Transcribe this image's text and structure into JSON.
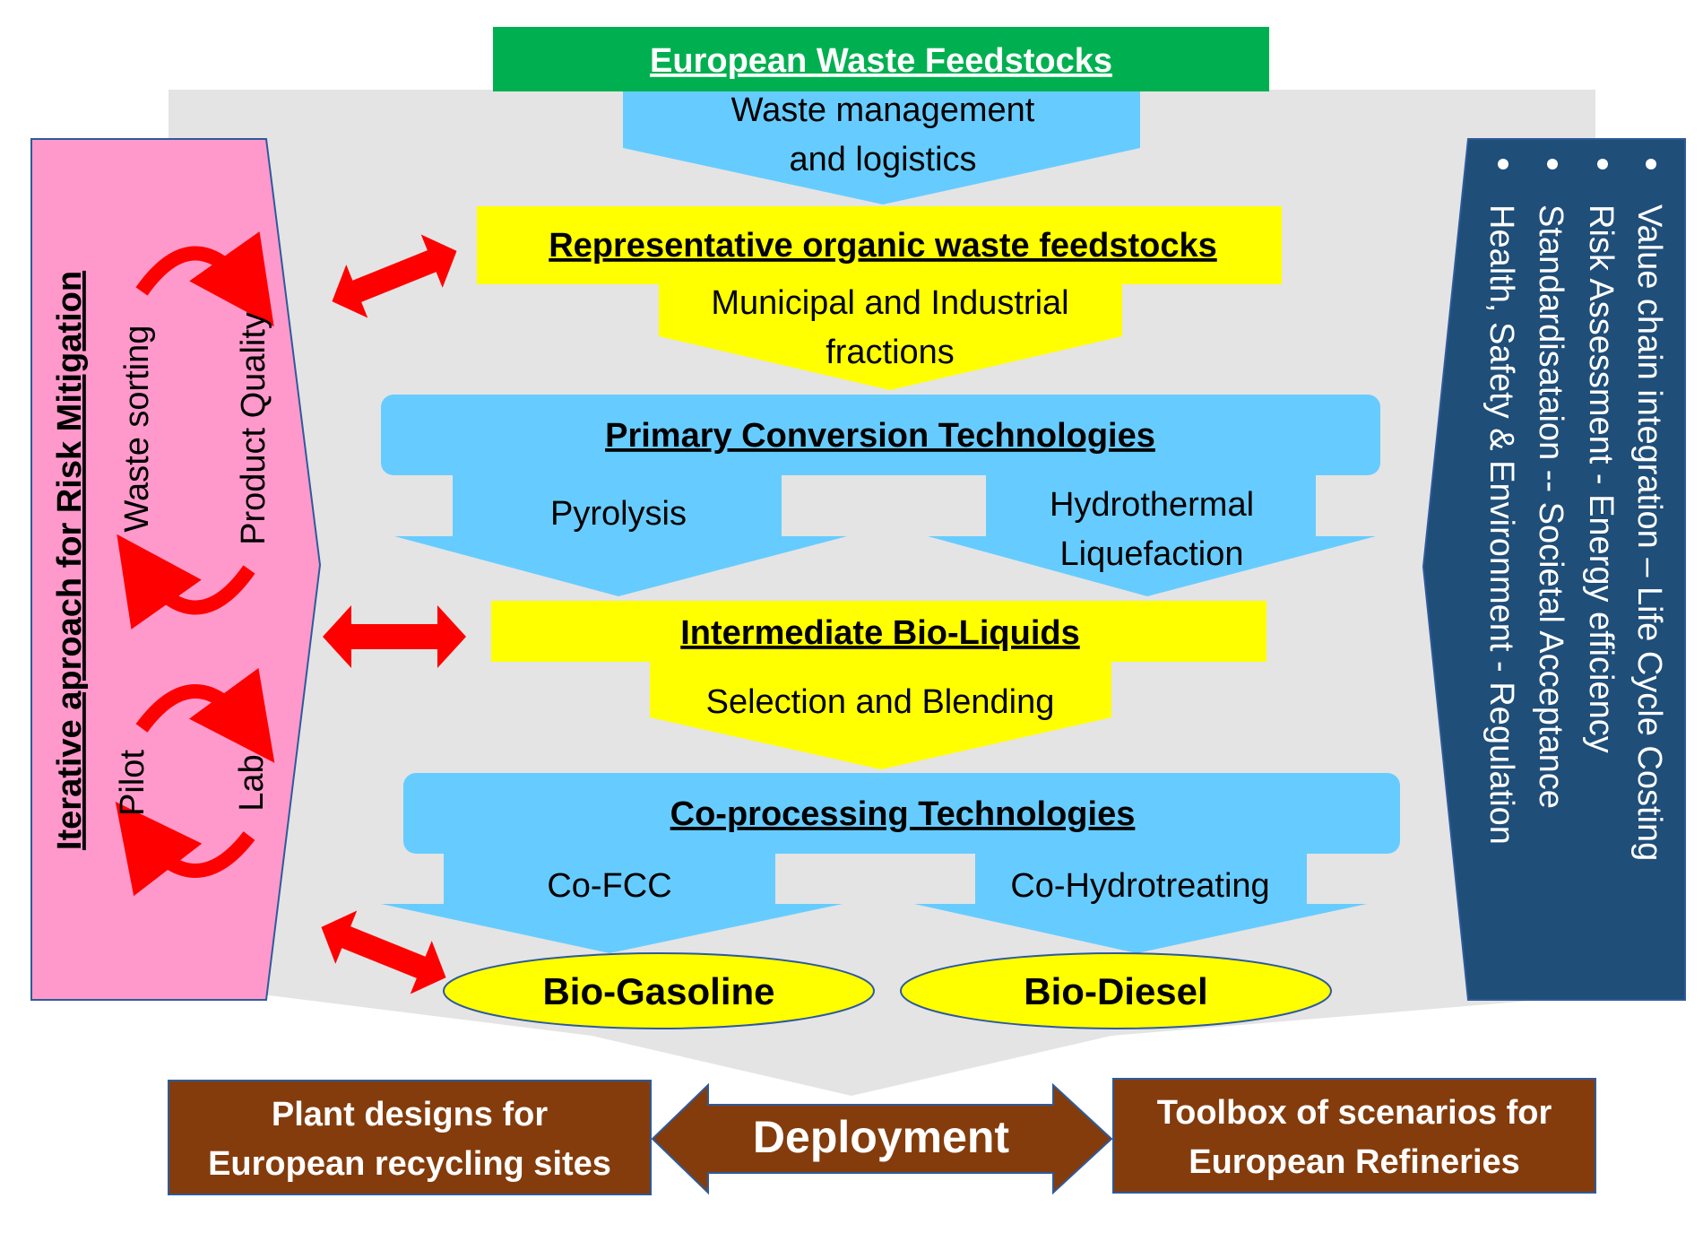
{
  "top": {
    "title": "European Waste Feedstocks",
    "line1": "Waste management",
    "line2": "and logistics"
  },
  "feedstocks": {
    "title": "Representative organic waste feedstocks",
    "line1": "Municipal and Industrial",
    "line2": "fractions"
  },
  "primary": {
    "title": "Primary Conversion Technologies",
    "left": "Pyrolysis",
    "right1": "Hydrothermal",
    "right2": "Liquefaction"
  },
  "intermediate": {
    "title": "Intermediate Bio-Liquids",
    "sub": "Selection and Blending"
  },
  "coprocessing": {
    "title": "Co-processing Technologies",
    "left": "Co-FCC",
    "right": "Co-Hydrotreating"
  },
  "products": {
    "left": "Bio-Gasoline",
    "right": "Bio-Diesel"
  },
  "left_panel": {
    "title": "Iterative aproach for Risk Mitigation",
    "cycle1_left": "Waste sorting",
    "cycle1_right": "Product Quality",
    "cycle2_left": "Pilot",
    "cycle2_right": "Lab"
  },
  "right_panel": {
    "items": [
      "Value chain integration – Life Cycle Costing",
      "Risk Assessment - Energy efficiency",
      "Standardisataion -- Societal Acceptance",
      "Health, Safety & Environment - Regulation"
    ]
  },
  "bottom": {
    "left1": "Plant designs for",
    "left2": "European recycling sites",
    "center": "Deployment",
    "right1": "Toolbox of scenarios for",
    "right2": "European Refineries"
  },
  "colors": {
    "green": "#00b050",
    "blue": "#66ccff",
    "yellow": "#ffff00",
    "pink": "#ff99cc",
    "navy": "#1f4e79",
    "brown": "#843c0c",
    "red": "#ff0000",
    "grey": "#e4e4e4"
  }
}
